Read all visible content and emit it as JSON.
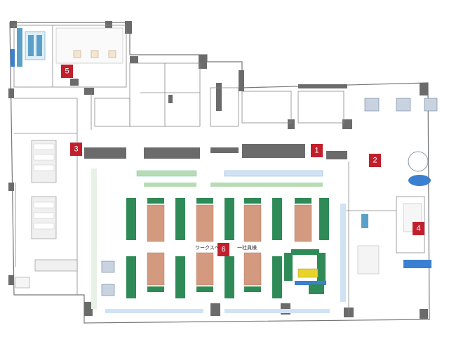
{
  "floor_plan": {
    "markers": [
      {
        "label": "1"
      },
      {
        "label": "2"
      },
      {
        "label": "3"
      },
      {
        "label": "4"
      },
      {
        "label": "5"
      },
      {
        "label": "6"
      }
    ],
    "zone_label": "ワークスペース",
    "zone_label_suffix": "一社員様",
    "colors": {
      "wall": "#6b6b6b",
      "desk_green": "#2e8b57",
      "desk_orange": "#d49a80",
      "desk_blue": "#5aa0c8",
      "desk_light_green": "#b7dcb3",
      "yellow_table": "#e8d32a",
      "badge_red": "#c21f2d",
      "blue_chair": "#3b7fd0"
    }
  }
}
